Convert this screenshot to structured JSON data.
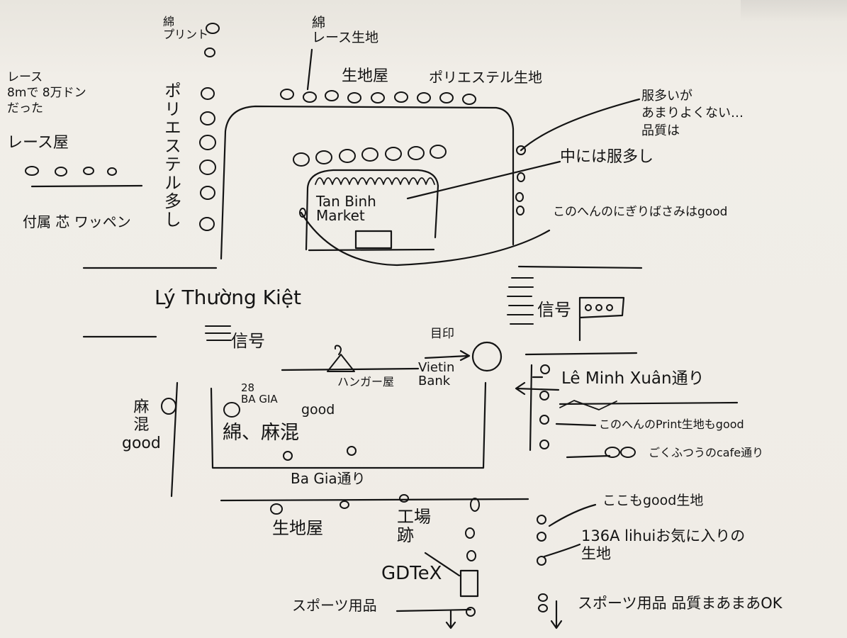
{
  "sheet": {
    "ink_color": "#141414",
    "paper_color": "#efece6"
  },
  "labels": {
    "print_cotton": "綿\nプリント",
    "cotton_lace_fabric": "綿\nレース生地",
    "fabric_shops": "生地屋",
    "polyester_fabric": "ポリエステル生地",
    "clothes_note": "服多いが\nあまりよくない…\n品質は",
    "inside_clothes": "中には服多し",
    "market_name": "Tan Binh\nMarket",
    "scissors_note": "このへんのにぎりばさみはgood",
    "lace_price": "レース\n8mで 8万ドン\nだった",
    "lace_shop": "レース屋",
    "notions": "付属 芯 ワッペン",
    "polyester_many": "ポリエステル多し",
    "street_ly_thuong_kiet": "Lý Thường Kiệt",
    "signal_left": "信号",
    "signal_right": "信号",
    "landmark": "目印",
    "vietin_bank": "Vietin\nBank",
    "hanger_shop": "ハンガー屋",
    "ba_gia_28": "28\nBA GIA",
    "good_1": "good",
    "cotton_linen": "綿、麻混",
    "linen_blend_good": "麻\n混\ngood",
    "street_le_minh_xuan": "Lê Minh Xuân通り",
    "print_fabric_good": "このへんのPrint生地もgood",
    "cafe_street": "ごくふつうのcafe通り",
    "good_fabric_here": "ここもgood生地",
    "shop_136a": "136A lihuiお気に入りの\n生地",
    "street_ba_gia": "Ba Gia通り",
    "fabric_shops_bottom": "生地屋",
    "factory_ruins": "工場\n跡",
    "gdtex": "GDTeX",
    "sports_goods_left": "スポーツ用品",
    "sports_quality": "スポーツ用品 品質まあまあOK"
  }
}
